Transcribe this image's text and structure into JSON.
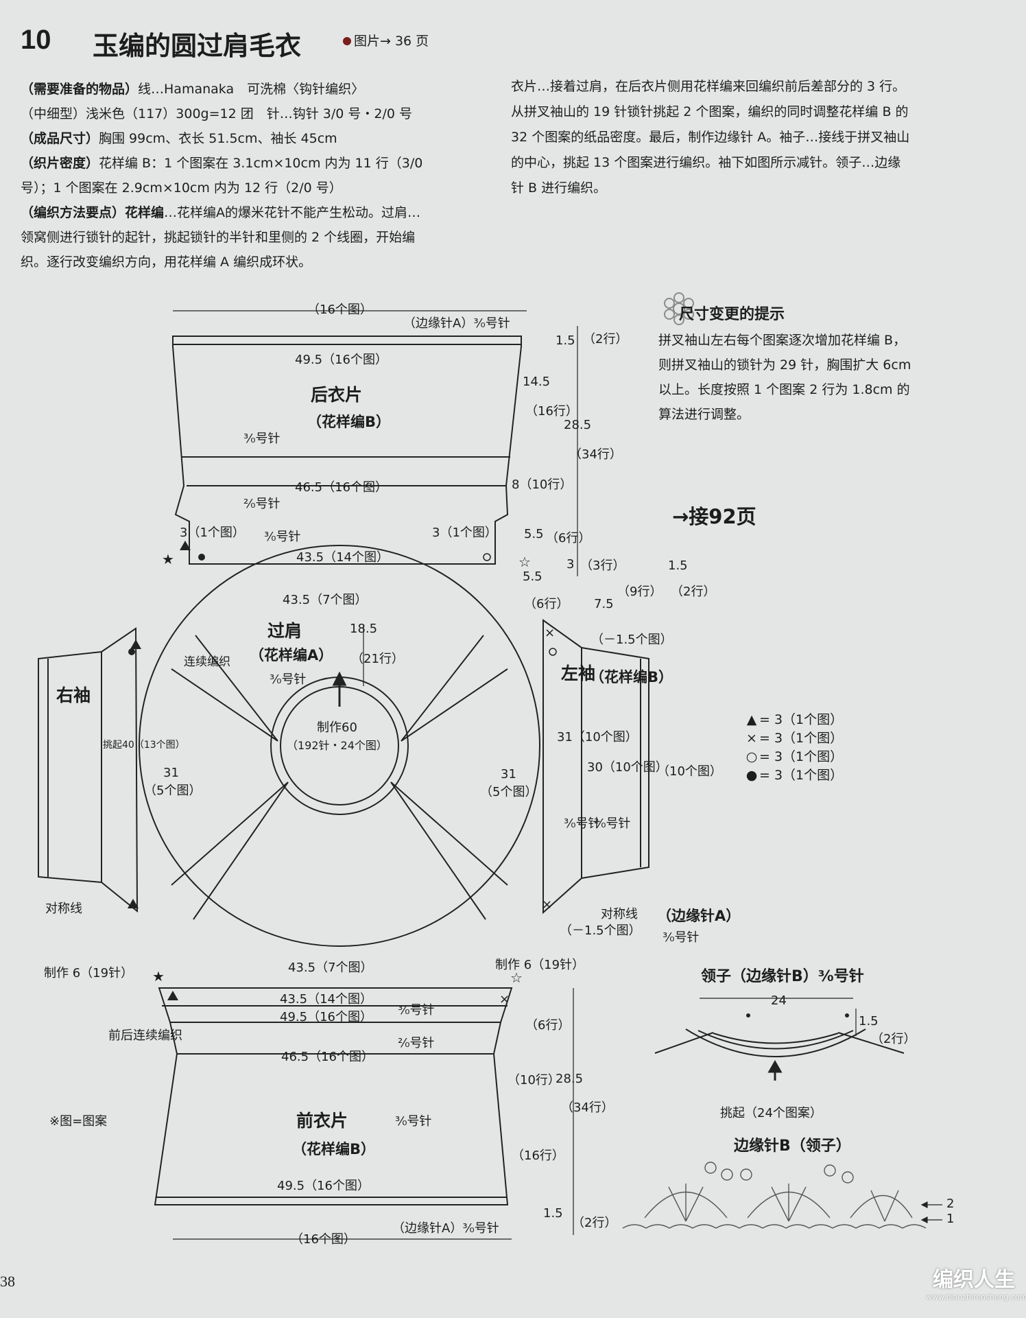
{
  "header": {
    "number": "10",
    "title": "玉编的圆过肩毛衣",
    "ref": "图片→ 36 页"
  },
  "intro": {
    "materials_key": "（需要准备的物品）",
    "materials_line1": "线…Hamanaka　可洗棉〈钩针编织〉",
    "materials_line2": "（中细型）浅米色（117）300g=12 团　针…钩针 3/0 号・2/0 号",
    "size_key": "（成品尺寸）",
    "size_text": "胸围 99cm、衣长 51.5cm、袖长 45cm",
    "gauge_key": "（织片密度）",
    "gauge_text1": "花样编 B：1 个图案在 3.1cm×10cm 内为 11 行（3/0",
    "gauge_text2": "号）；1 个图案在 2.9cm×10cm 内为 12 行（2/0 号）",
    "method_key": "（编织方法要点）花样编",
    "method_text1": "…花样编A的爆米花针不能产生松动。过肩…",
    "method_text2": "领窝侧进行锁针的起针，挑起锁针的半针和里侧的 2 个线圈，开始编",
    "method_text3": "织。逐行改变编织方向，用花样编 A 编织成环状。"
  },
  "right_text": {
    "line1": "衣片…接着过肩，在后衣片侧用花样编来回编织前后差部分的 3 行。",
    "line2": "从拼叉袖山的 19 针锁针挑起 2 个图案，编织的同时调整花样编 B 的",
    "line3": "32 个图案的纸品密度。最后，制作边缘针 A。袖子…接线于拼叉袖山",
    "line4": "的中心，挑起 13 个图案进行编织。袖下如图所示减针。领子…边缘",
    "line5": "针 B 进行编织。"
  },
  "tips": {
    "title": "尺寸变更的提示",
    "line1": "拼叉袖山左右每个图案逐次增加花样编 B，",
    "line2": "则拼叉袖山的锁针为 29 针，胸围扩大 6cm",
    "line3": "以上。长度按照 1 个图案 2 行为 1.8cm 的",
    "line4": "算法进行调整。"
  },
  "next_page": "→接92页",
  "diagram": {
    "back_top_width": "（16个图）",
    "back_edge": "（边缘针A）³⁄₀号针",
    "back_4950": "49.5（16个图）",
    "back_title": "后衣片",
    "back_pattern": "（花样编B）",
    "back_needle": "³⁄₀号针",
    "back_4650": "46.5（16个图）",
    "back_needle2": "²⁄₀号针",
    "back_3left": "3（1个图）",
    "back_3right": "3（1个图）",
    "back_needle3": "³⁄₀号针",
    "back_4350": "43.5（14个图）",
    "d_145": "14.5",
    "d_16rows": "（16行）",
    "d_810": "8（10行）",
    "d_55": "5.5",
    "d_6rows": "（6行）",
    "d_15": "1.5",
    "d_2rows": "（2行）",
    "d_285": "28.5",
    "d_34rows": "（34行）",
    "d_3": "3",
    "d_3rows": "（3行）",
    "d_55b": "5.5",
    "d_6rowsb": "（6行）",
    "d_75": "7.5",
    "d_9rows": "（9行）",
    "d_15b": "1.5",
    "d_2rowsb": "（2行）",
    "yoke_4350top": "43.5（7个图）",
    "yoke_title": "过肩",
    "yoke_pattern": "（花样编A）",
    "yoke_needle": "³⁄₀号针",
    "yoke_185": "18.5",
    "yoke_21rows": "（21行）",
    "yoke_center1": "制作60",
    "yoke_center2": "（192针・24个图）",
    "yoke_cont": "连续编织",
    "yoke_31left": "31",
    "yoke_5left": "（5个图）",
    "yoke_31right": "31",
    "yoke_5right": "（5个图）",
    "yoke_4350bottom": "43.5（7个图）",
    "right_sleeve": "右袖",
    "right_pickup": "挑起40（13个图）",
    "sym_line": "对称线",
    "left_sleeve": "左袖",
    "left_pattern": "（花样编B）",
    "left_15top": "（－1.5个图）",
    "left_31": "31（10个图）",
    "left_30": "30（10个图）",
    "left_needle_a": "³⁄₀号针",
    "left_needle_b": "²⁄₀号针",
    "left_10": "（10个图）",
    "left_15bottom": "（－1.5个图）",
    "left_sym": "对称线",
    "left_edge": "（边缘针A）",
    "left_edge_needle": "³⁄₀号针",
    "make6_left": "制作 6（19针）",
    "make6_right": "制作 6（19针）",
    "front_4350": "43.5（14个图）",
    "front_needle1": "³⁄₀号针",
    "front_4950a": "49.5（16个图）",
    "front_needle2": "²⁄₀号针",
    "front_cont": "前后连续编织",
    "front_4650": "46.5（16个图）",
    "front_title": "前衣片",
    "front_pattern": "（花样编B）",
    "front_needle3": "³⁄₀号针",
    "front_4950b": "49.5（16个图）",
    "front_edge": "（边缘针A）³⁄₀号针",
    "front_width": "（16个图）",
    "f_6rows": "（6行）",
    "f_10rows": "（10行）",
    "f_285": "28.5",
    "f_34rows": "（34行）",
    "f_16rows": "（16行）",
    "f_15": "1.5",
    "f_2rows": "（2行）"
  },
  "legend": [
    {
      "symbol": "▲",
      "text": "= 3（1个图）"
    },
    {
      "symbol": "×",
      "text": "= 3（1个图）"
    },
    {
      "symbol": "○",
      "text": "= 3（1个图）"
    },
    {
      "symbol": "●",
      "text": "= 3（1个图）"
    }
  ],
  "note": "※图=图案",
  "collar": {
    "title": "领子（边缘针B）³⁄₀号针",
    "width": "24",
    "depth": "1.5",
    "depth_rows": "（2行）",
    "pickup": "挑起（24个图案）"
  },
  "edge_b": {
    "title": "边缘针B（领子）",
    "row2": "2",
    "row1": "1"
  },
  "page_number": "38",
  "watermark": "编织人生",
  "watermark_url": "www.bianzhirensheng.com"
}
